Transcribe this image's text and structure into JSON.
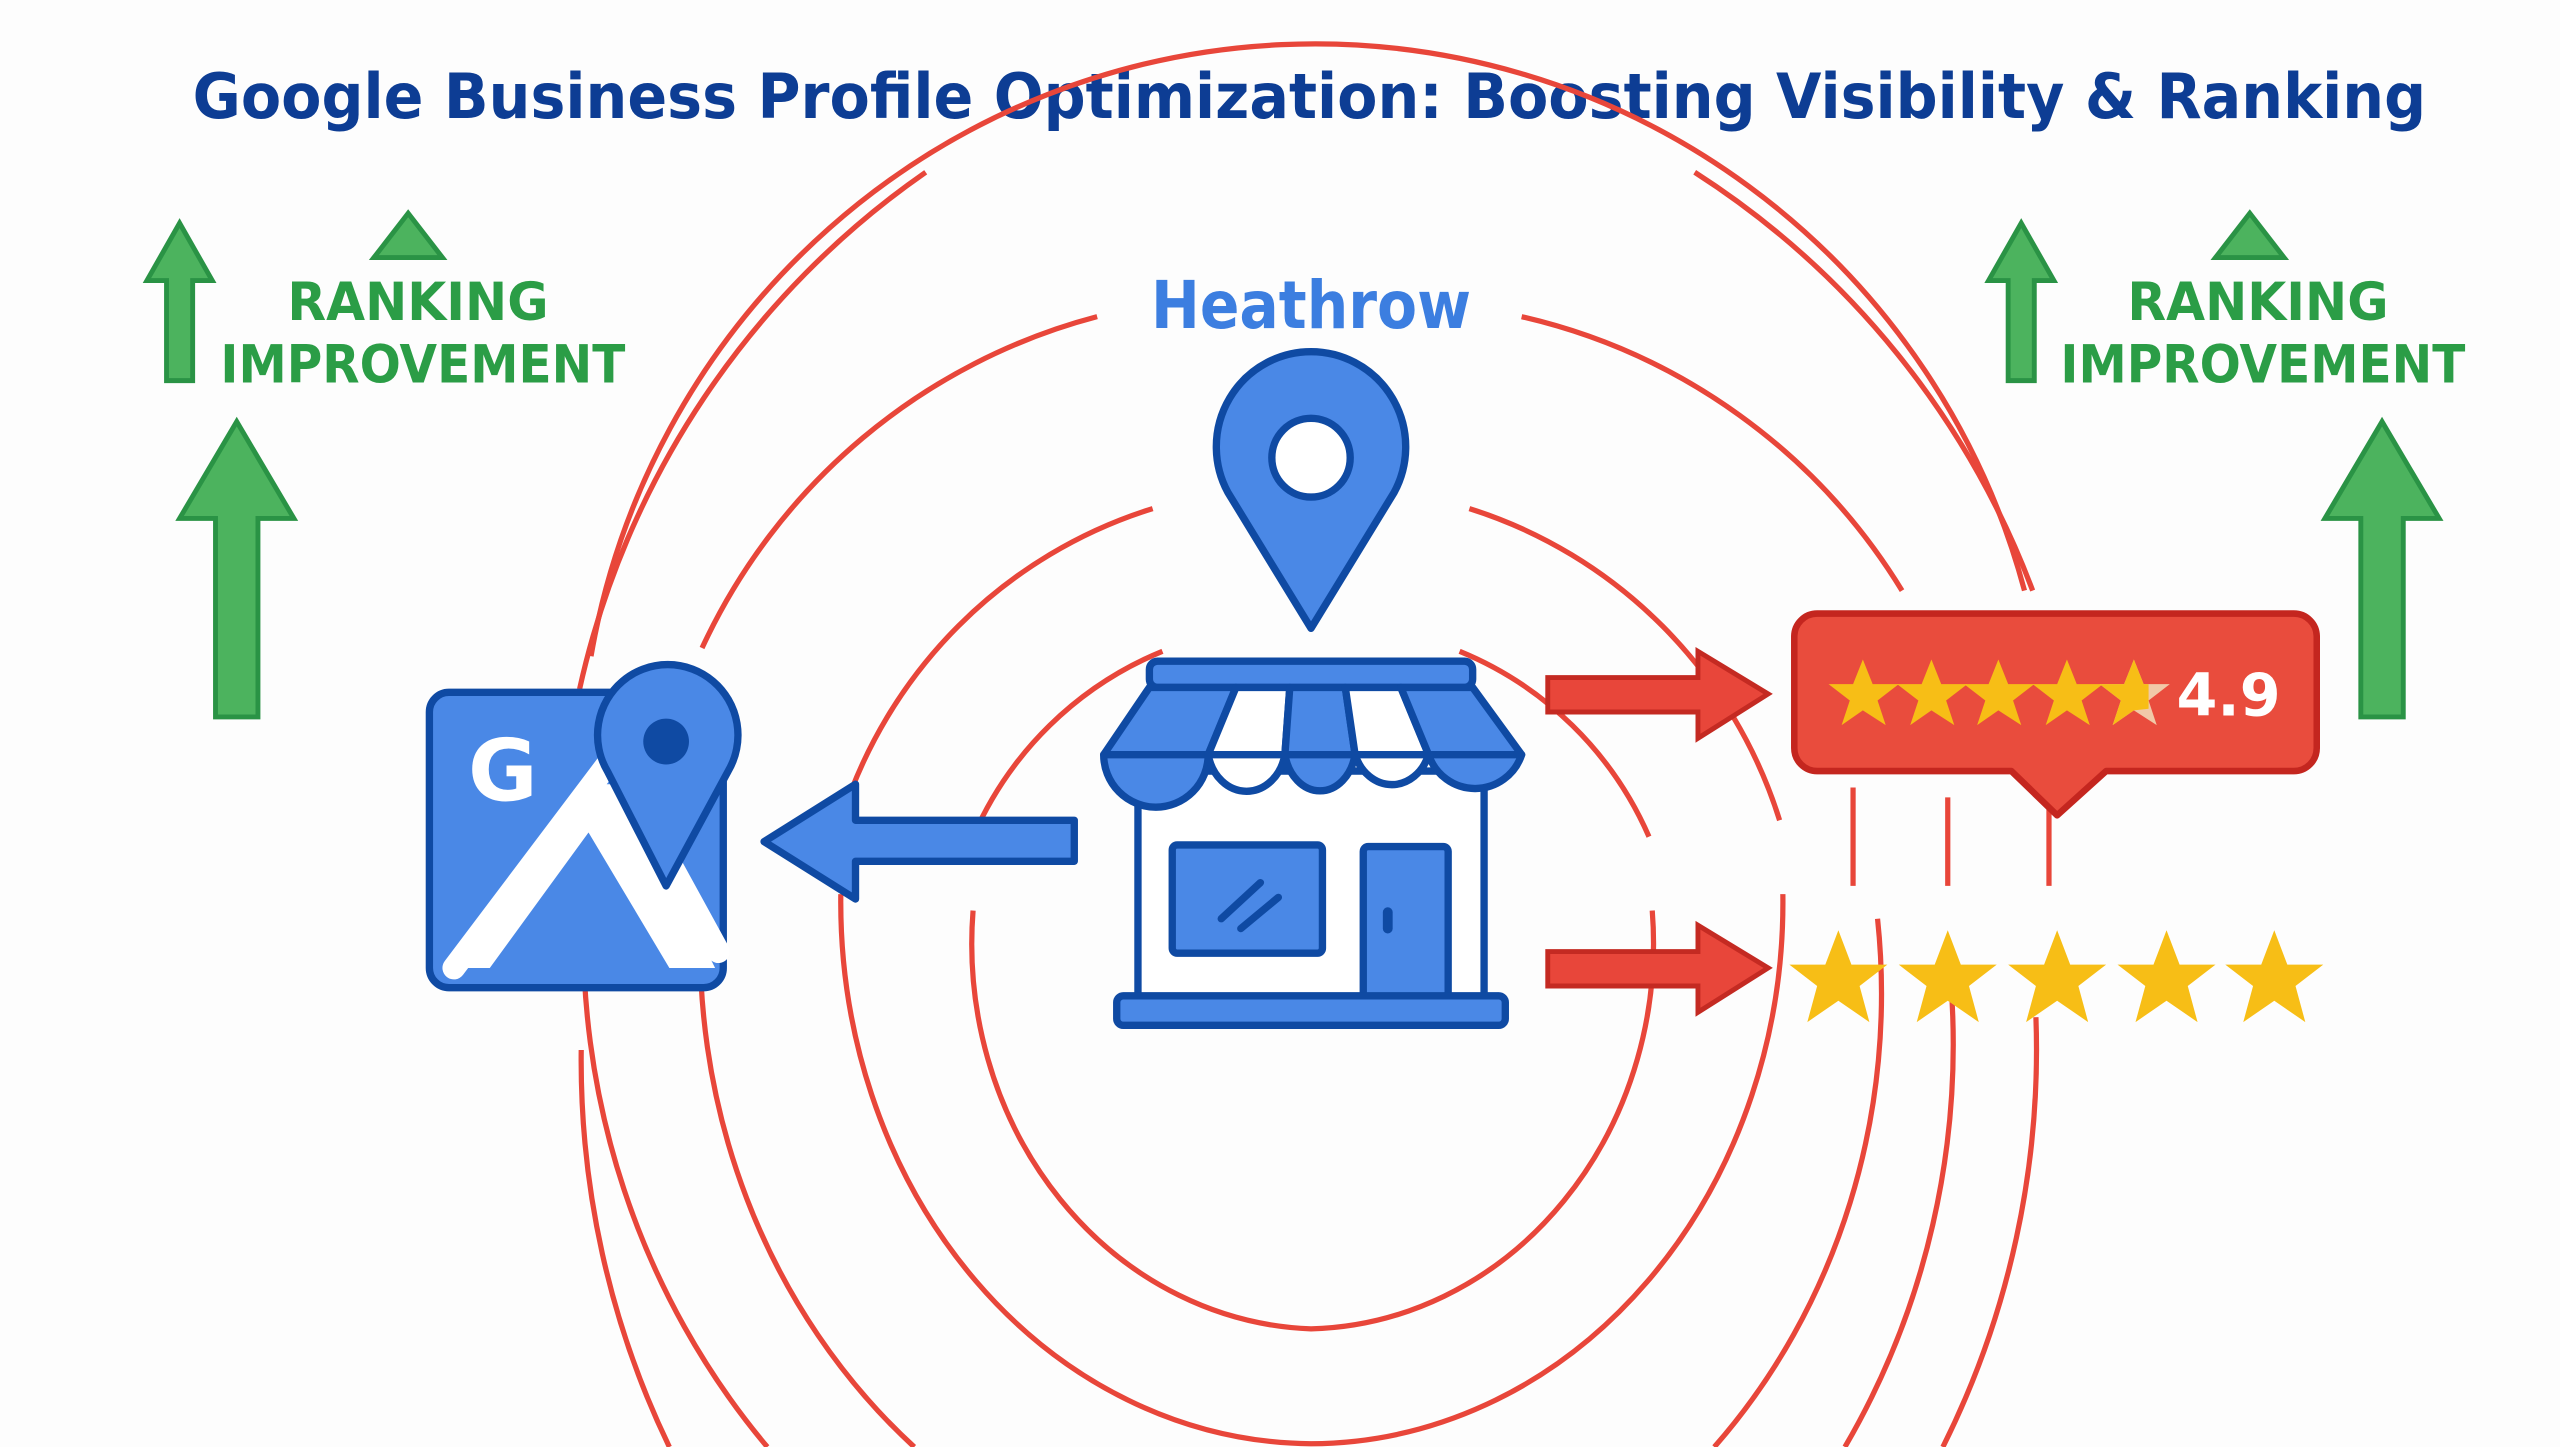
{
  "title": "Google Business Profile Optimization: Boosting Visibility & Ranking",
  "location_label": "Heathrow",
  "ranking_left": {
    "line1": "RANKING",
    "line2": "IMPROVEMENT"
  },
  "ranking_right": {
    "line1": "RANKING",
    "line2": "IMPROVEMENT"
  },
  "maps_icon": {
    "letter": "G",
    "icon": "google-maps-icon"
  },
  "store_icon": "storefront-icon",
  "pin_icon": "location-pin-icon",
  "rating_badge": {
    "value": "4.9",
    "stars": 5,
    "filled": 4.9
  },
  "review_stars": {
    "count": 5
  },
  "colors": {
    "title": "#0d3d94",
    "accent_blue": "#4a88e6",
    "dark_blue": "#0f4aa3",
    "ring_red": "#e8463a",
    "ranking_green": "#2b9d46",
    "star_yellow": "#f7be16",
    "background": "#fdfdfd"
  }
}
